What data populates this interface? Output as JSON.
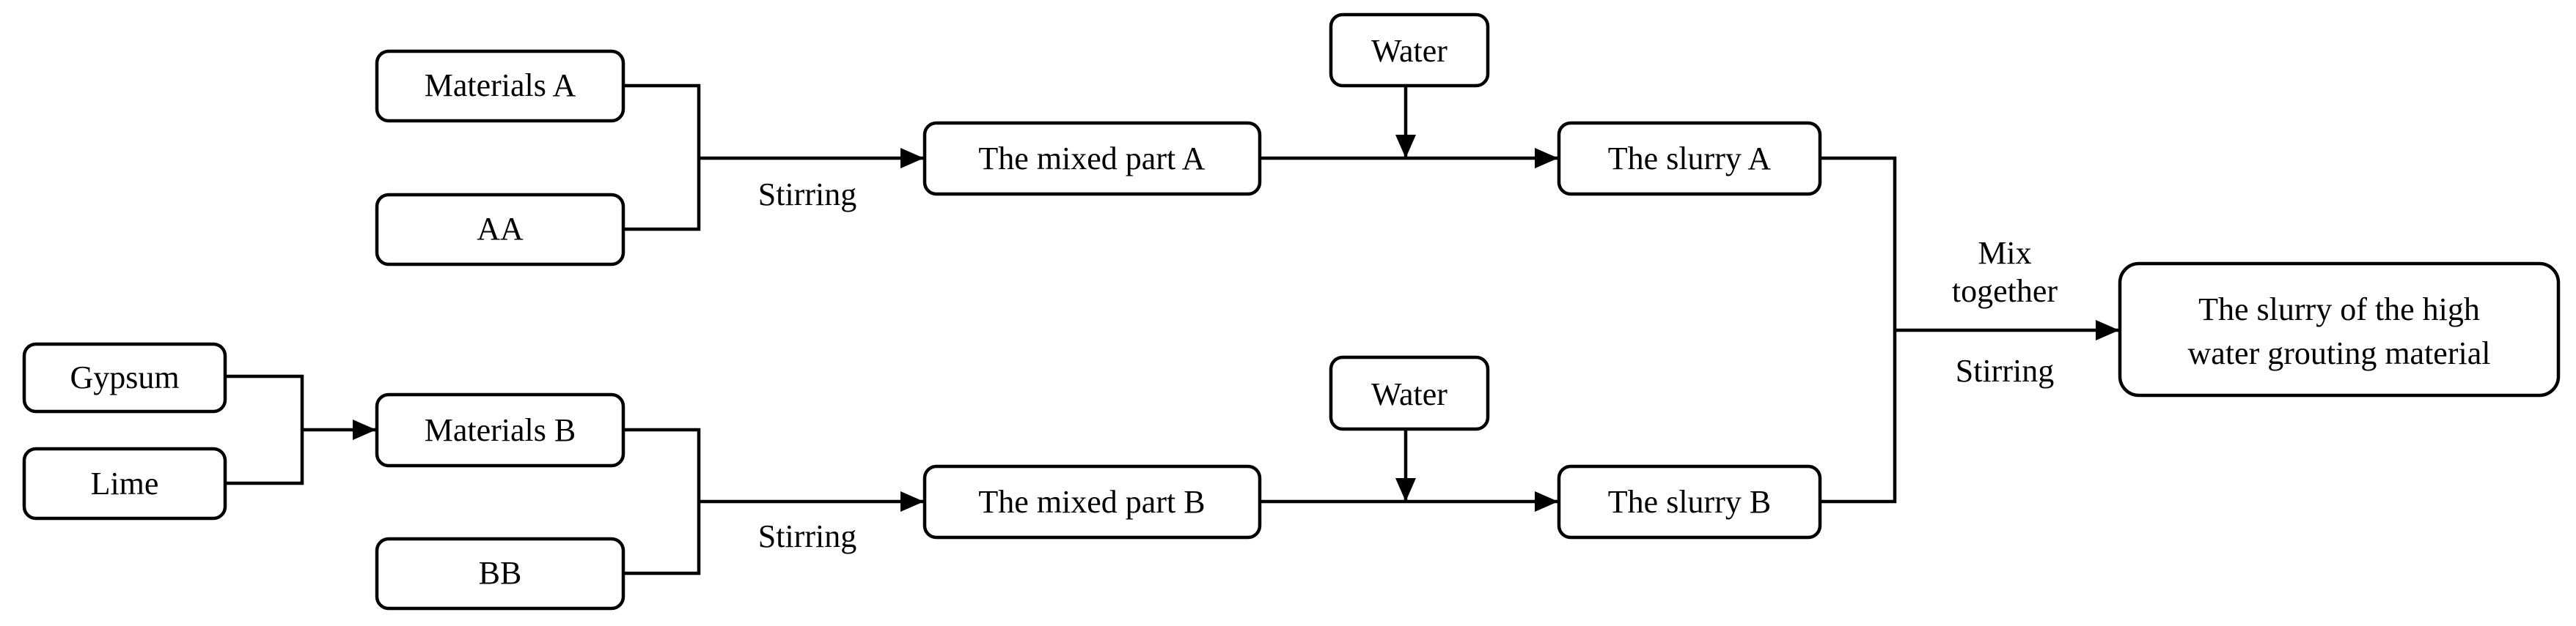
{
  "diagram": {
    "nodes": {
      "materials_a": "Materials A",
      "aa": "AA",
      "mixed_part_a": "The mixed part A",
      "water_a": "Water",
      "slurry_a": "The slurry A",
      "gypsum": "Gypsum",
      "lime": "Lime",
      "materials_b": "Materials B",
      "bb": "BB",
      "mixed_part_b": "The mixed part B",
      "water_b": "Water",
      "slurry_b": "The slurry B",
      "final_slurry": [
        "The slurry of the high",
        "water grouting material"
      ]
    },
    "labels": {
      "stirring_a": "Stirring",
      "stirring_b": "Stirring",
      "mix_together": [
        "Mix",
        "together"
      ],
      "stirring_final": "Stirring"
    },
    "edges": [
      [
        "Materials A",
        "The mixed part A"
      ],
      [
        "AA",
        "The mixed part A"
      ],
      [
        "The mixed part A",
        "The slurry A"
      ],
      [
        "Water",
        "The slurry A"
      ],
      [
        "Gypsum",
        "Materials B"
      ],
      [
        "Lime",
        "Materials B"
      ],
      [
        "Materials B",
        "The mixed part B"
      ],
      [
        "BB",
        "The mixed part B"
      ],
      [
        "The mixed part B",
        "The slurry B"
      ],
      [
        "Water",
        "The slurry B"
      ],
      [
        "The slurry A",
        "The slurry of the high water grouting material"
      ],
      [
        "The slurry B",
        "The slurry of the high water grouting material"
      ]
    ]
  }
}
